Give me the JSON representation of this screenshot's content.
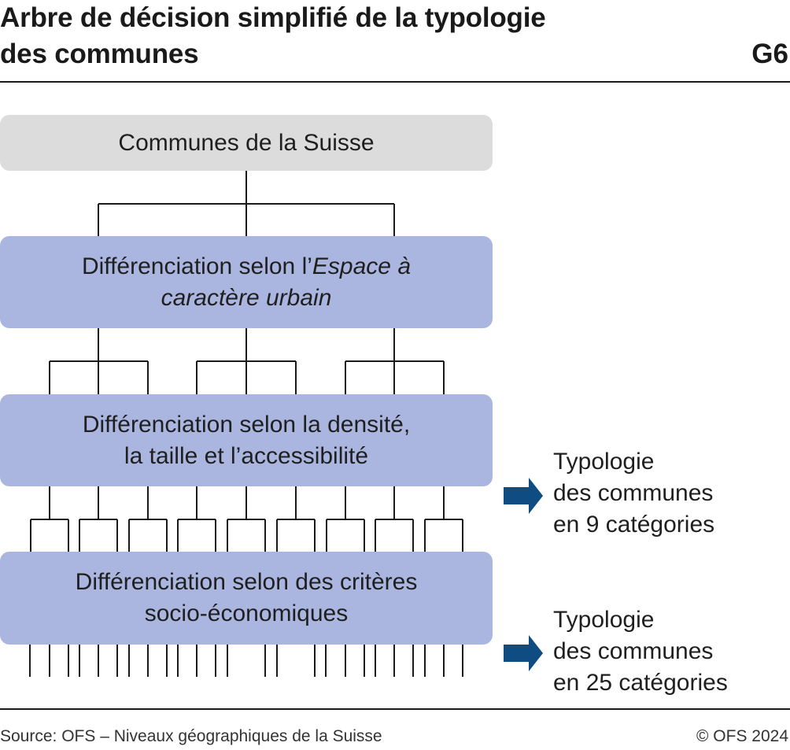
{
  "header": {
    "title_line1": "Arbre de décision simplifié de la typologie",
    "title_line2": "des communes",
    "figure_number": "G6"
  },
  "tree": {
    "root": "Communes de la Suisse",
    "level1": {
      "prefix": "Différenciation selon l’",
      "italic_a": "Espace à",
      "italic_b": "caractère urbain"
    },
    "level2": {
      "line1": "Différenciation selon la densité,",
      "line2": "la taille et l’accessibilité"
    },
    "level3": {
      "line1": "Différenciation selon des critères",
      "line2": "socio-économiques"
    }
  },
  "outputs": [
    {
      "line1": "Typologie",
      "line2": "des communes",
      "line3": "en 9 catégories"
    },
    {
      "line1": "Typologie",
      "line2": "des communes",
      "line3": "en 25 catégories"
    }
  ],
  "colors": {
    "root_box": "#dcdcdc",
    "level_box": "#aab6df",
    "arrow": "#0f4c81",
    "line": "#1a1a1a"
  },
  "footer": {
    "source": "Source: OFS – Niveaux géographiques de la Suisse",
    "copyright": "© OFS 2024"
  }
}
